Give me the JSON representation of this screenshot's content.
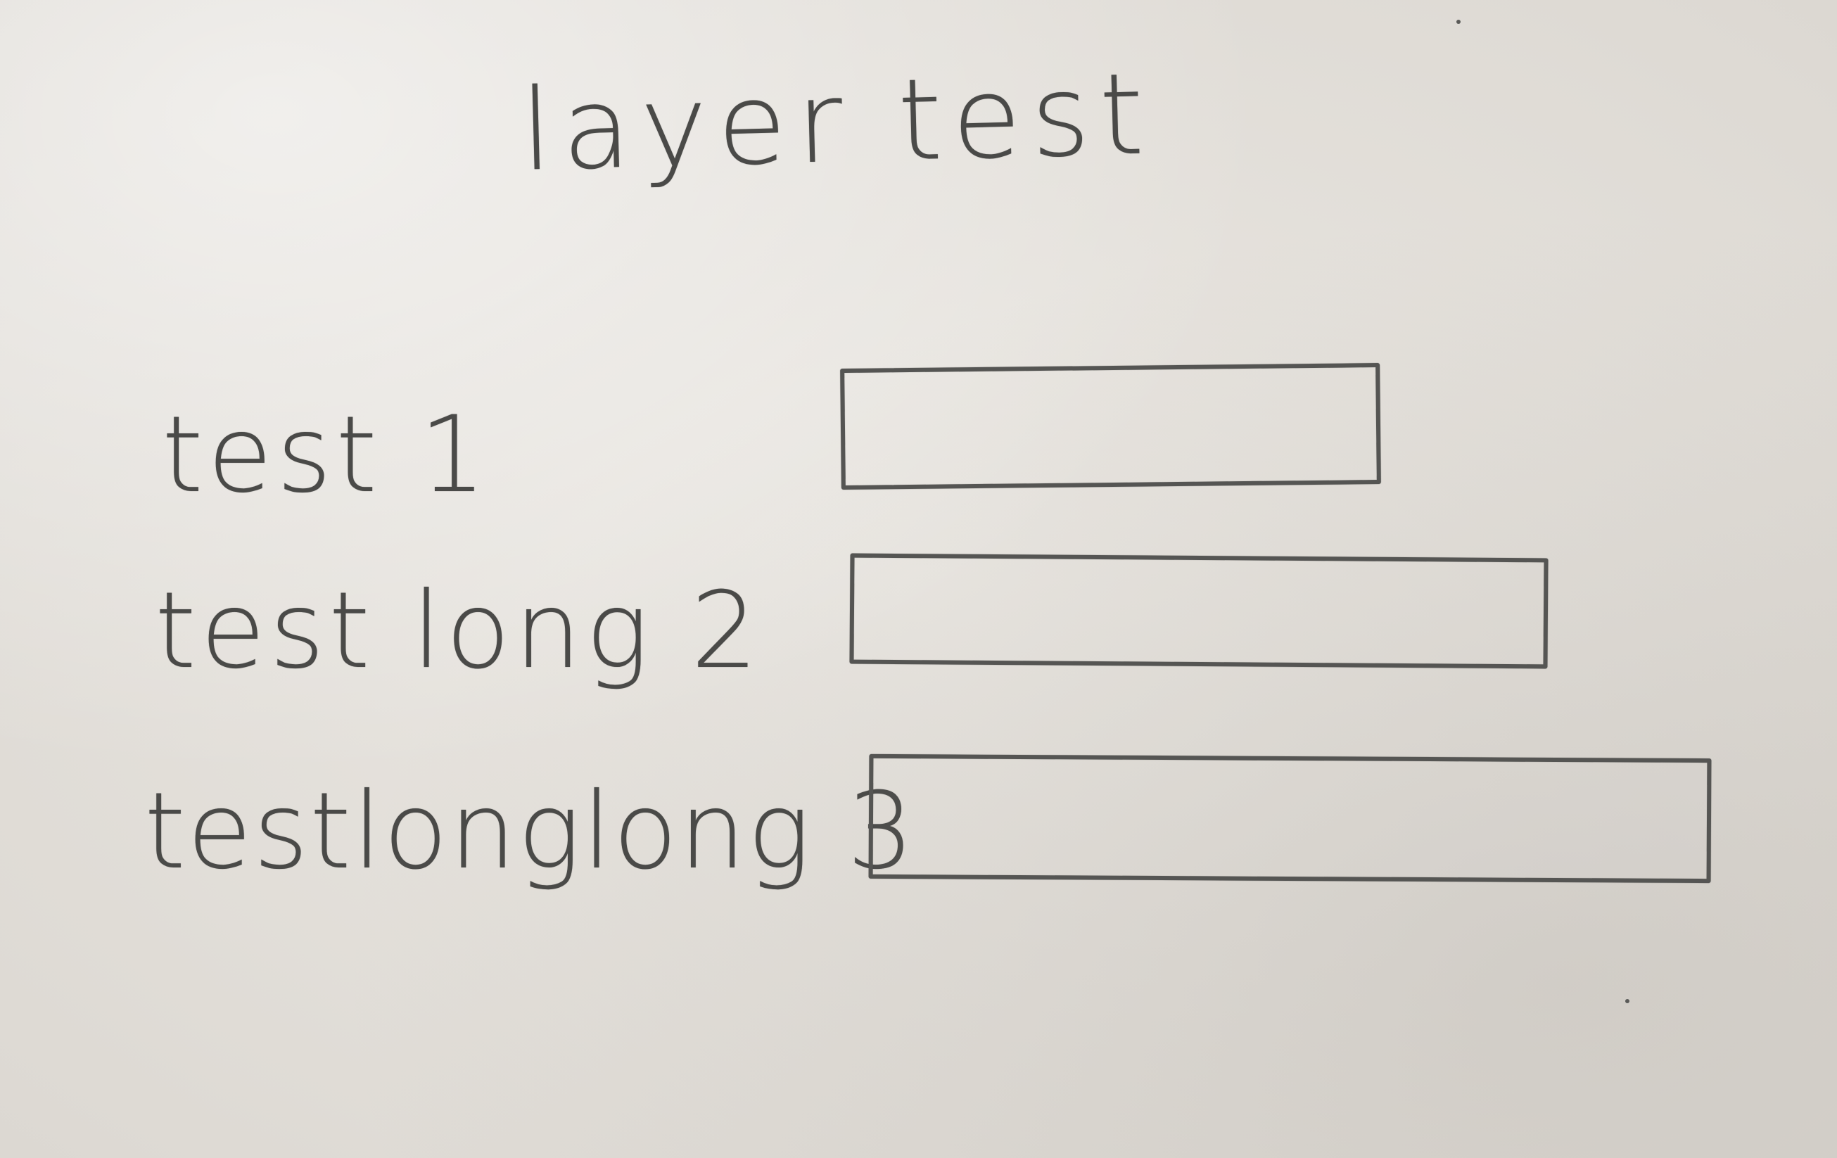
{
  "form": {
    "title": "layer test",
    "fields": [
      {
        "label": "test 1",
        "value": ""
      },
      {
        "label": "test long 2",
        "value": ""
      },
      {
        "label": "testlonglong 3",
        "value": ""
      }
    ]
  }
}
